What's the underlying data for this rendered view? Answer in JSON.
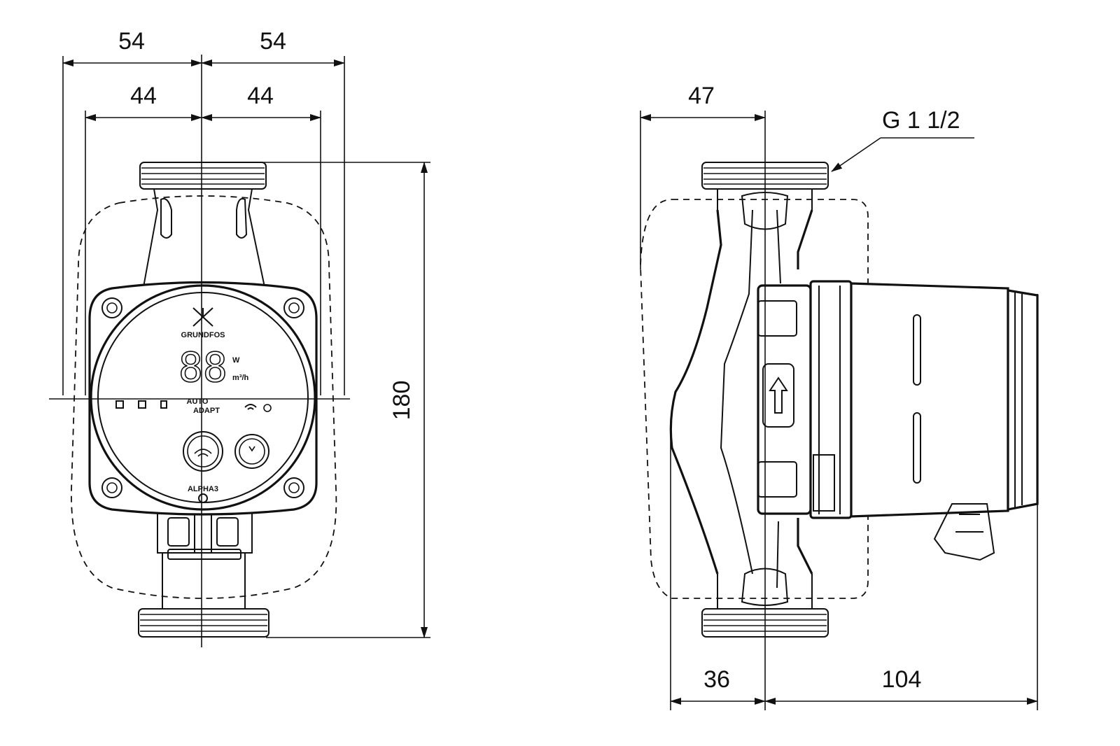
{
  "front_view": {
    "dim_outer_left": "54",
    "dim_outer_right": "54",
    "dim_inner_left": "44",
    "dim_inner_right": "44",
    "dim_height": "180",
    "brand_text": "GRUNDFOS",
    "display_digits": "88",
    "unit_power": "W",
    "unit_flow": "m³/h",
    "mode_line1": "AUTO",
    "mode_line2": "ADAPT",
    "model_label": "ALPHA3"
  },
  "side_view": {
    "dim_top": "47",
    "thread_label": "G 1 1/2",
    "dim_bottom_left": "36",
    "dim_bottom_right": "104"
  }
}
